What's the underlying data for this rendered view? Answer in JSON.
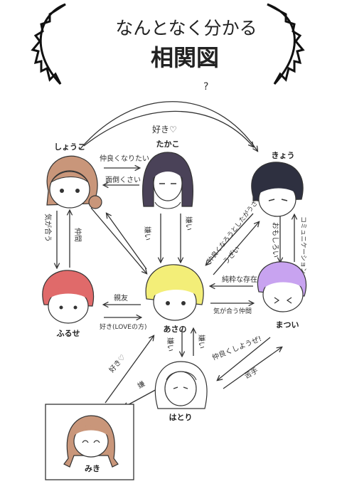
{
  "title": {
    "line1": "なんとなく分かる",
    "line2": "相関図",
    "question_mark": "?"
  },
  "nodes": {
    "shoko": {
      "name": "しょうこ",
      "hair": "#c9967a"
    },
    "takako": {
      "name": "たかこ",
      "hair": "#4a4258"
    },
    "kyo": {
      "name": "きょう",
      "hair": "#2e3040"
    },
    "furuse": {
      "name": "ふるせ",
      "hair": "#e06a6a"
    },
    "asano": {
      "name": "あさの",
      "hair": "#f3ee78"
    },
    "matsui": {
      "name": "まつい",
      "hair": "#c8a3f0"
    },
    "hatori": {
      "name": "はとり",
      "hair": "#ffffff"
    },
    "miki": {
      "name": "みき",
      "hair": "#c9967a"
    }
  },
  "edges": {
    "shoko_kyo_like": "好き♡",
    "shoko_to_takako": "仲良くなりたい",
    "takako_to_shoko": "面倒くさい",
    "shoko_to_furuse": "気が合う",
    "furuse_to_shoko": "仲間",
    "takako_dislike_1": "嫌い",
    "takako_dislike_2": "嫌い",
    "kyo_asano_1": "仲良くなろうとしたがうざい",
    "kyo_asano_2": "うざい",
    "kyo_matsui_1": "おもしろい",
    "kyo_matsui_2": "コミュニケーション",
    "asano_furuse_1": "親友",
    "asano_furuse_2": "好き(LOVEの方)",
    "matsui_asano_1": "純粋な存在",
    "matsui_asano_2": "気が合う仲間",
    "asano_hatori_1": "嫌い",
    "asano_hatori_2": "嫌い",
    "matsui_hatori_1": "仲良くしようぜ!",
    "matsui_hatori_2": "苦手",
    "miki_asano_like": "好き♡",
    "hatori_miki": "嫌"
  }
}
